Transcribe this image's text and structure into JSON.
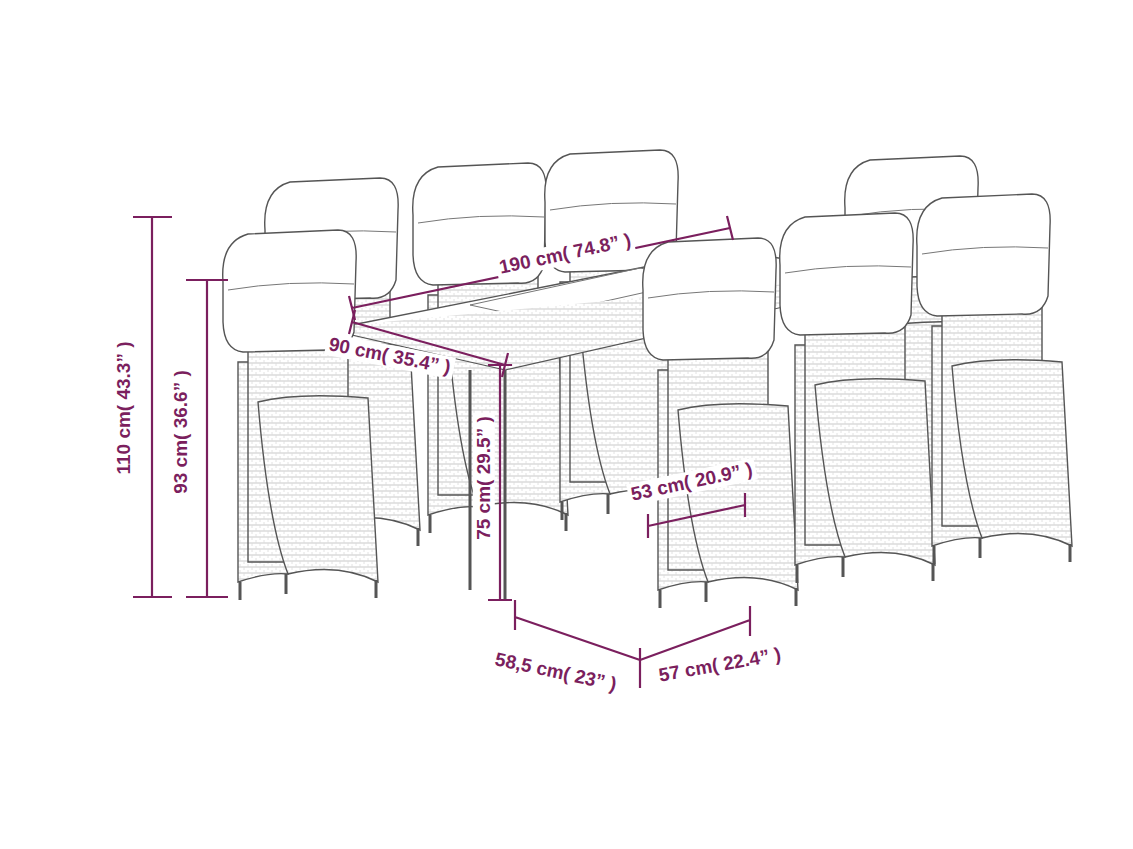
{
  "diagram": {
    "labels": [
      "190 cm( 74.8” )",
      "90 cm( 35.4” )",
      "110 cm( 43.3” )",
      "93 cm( 36.6” )",
      "75 cm( 29.5” )",
      "53 cm( 20.9” )",
      "58,5 cm( 23” )",
      "57 cm( 22.4” )"
    ]
  }
}
